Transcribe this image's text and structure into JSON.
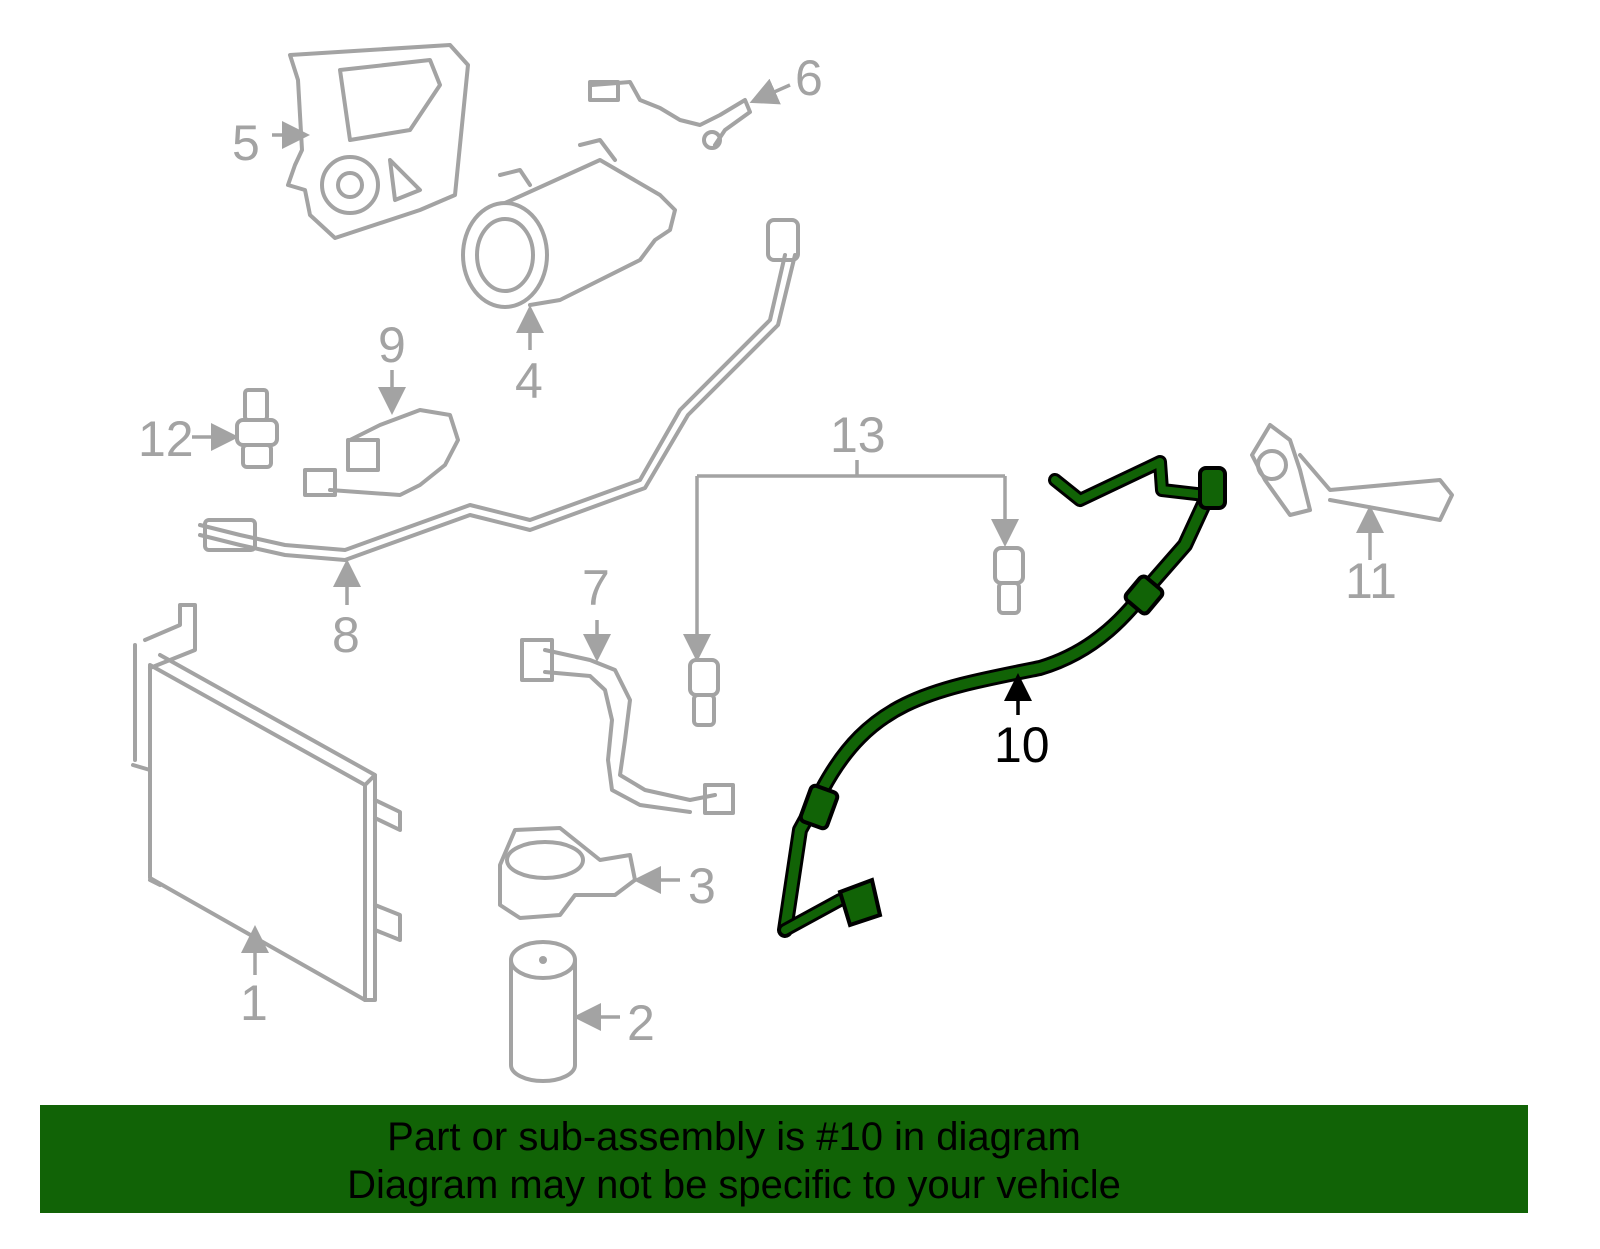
{
  "colors": {
    "highlight": "#116306",
    "part_line": "#a3a3a3",
    "banner_bg": "#116306"
  },
  "labels": {
    "l1": "1",
    "l2": "2",
    "l3": "3",
    "l4": "4",
    "l5": "5",
    "l6": "6",
    "l7": "7",
    "l8": "8",
    "l9": "9",
    "l10": "10",
    "l11": "11",
    "l12": "12",
    "l13": "13"
  },
  "highlighted_part": "10",
  "banner": {
    "line1": "Part or sub-assembly is #10 in diagram",
    "line2": "Diagram may not be specific to your vehicle"
  }
}
